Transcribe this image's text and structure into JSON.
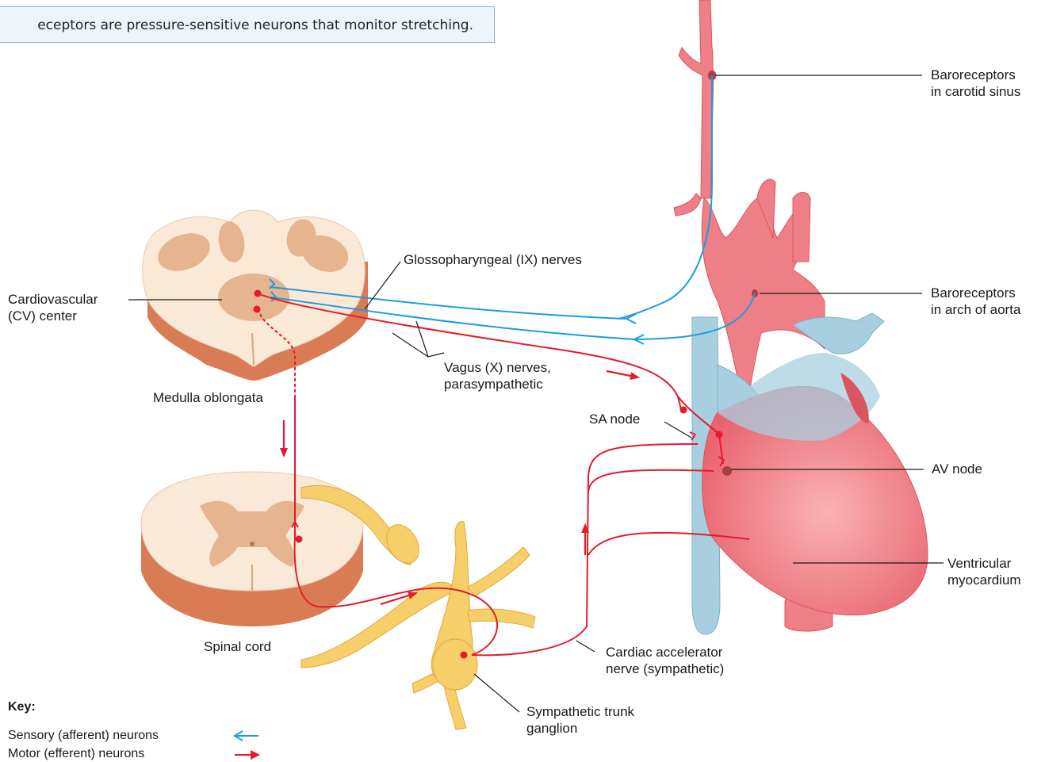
{
  "caption": "eceptors are pressure-sensitive neurons that monitor stretching.",
  "labels": {
    "baro_carotid_1": "Baroreceptors",
    "baro_carotid_2": "in carotid sinus",
    "glosso": "Glossopharyngeal (IX) nerves",
    "cv_center_1": "Cardiovascular",
    "cv_center_2": "(CV) center",
    "baro_aorta_1": "Baroreceptors",
    "baro_aorta_2": "in arch of aorta",
    "vagus_1": "Vagus (X) nerves,",
    "vagus_2": "parasympathetic",
    "medulla": "Medulla oblongata",
    "sa_node": "SA node",
    "av_node": "AV node",
    "ventricular_1": "Ventricular",
    "ventricular_2": "myocardium",
    "spinal_cord": "Spinal cord",
    "cardiac_acc_1": "Cardiac accelerator",
    "cardiac_acc_2": "nerve (sympathetic)",
    "symp_trunk_1": "Sympathetic trunk",
    "symp_trunk_2": "ganglion"
  },
  "key": {
    "title": "Key:",
    "sensory": "Sensory (afferent) neurons",
    "motor": "Motor (efferent) neurons"
  },
  "colors": {
    "sensory": "#1e9be0",
    "motor": "#e31b2c",
    "artery": "#ef7f86",
    "vein": "#a8cfe0",
    "tissue": "#fbe9d8",
    "gray_matter": "#e6b48f",
    "ganglion": "#f7cf6a"
  }
}
